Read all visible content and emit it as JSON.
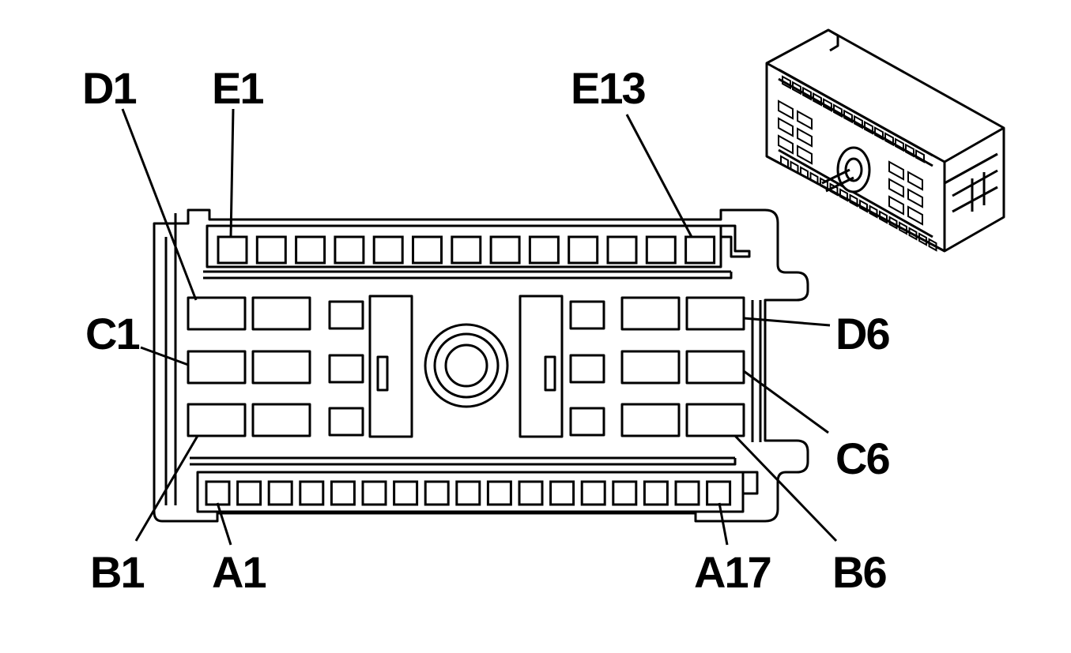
{
  "labels": {
    "d1": "D1",
    "e1": "E1",
    "e13": "E13",
    "c1": "C1",
    "d6": "D6",
    "c6": "C6",
    "b1": "B1",
    "a1": "A1",
    "a17": "A17",
    "b6": "B6"
  },
  "rows": {
    "e_pin_count": 13,
    "a_pin_count": 17
  },
  "colors": {
    "line": "#000000",
    "fill": "#ffffff"
  }
}
